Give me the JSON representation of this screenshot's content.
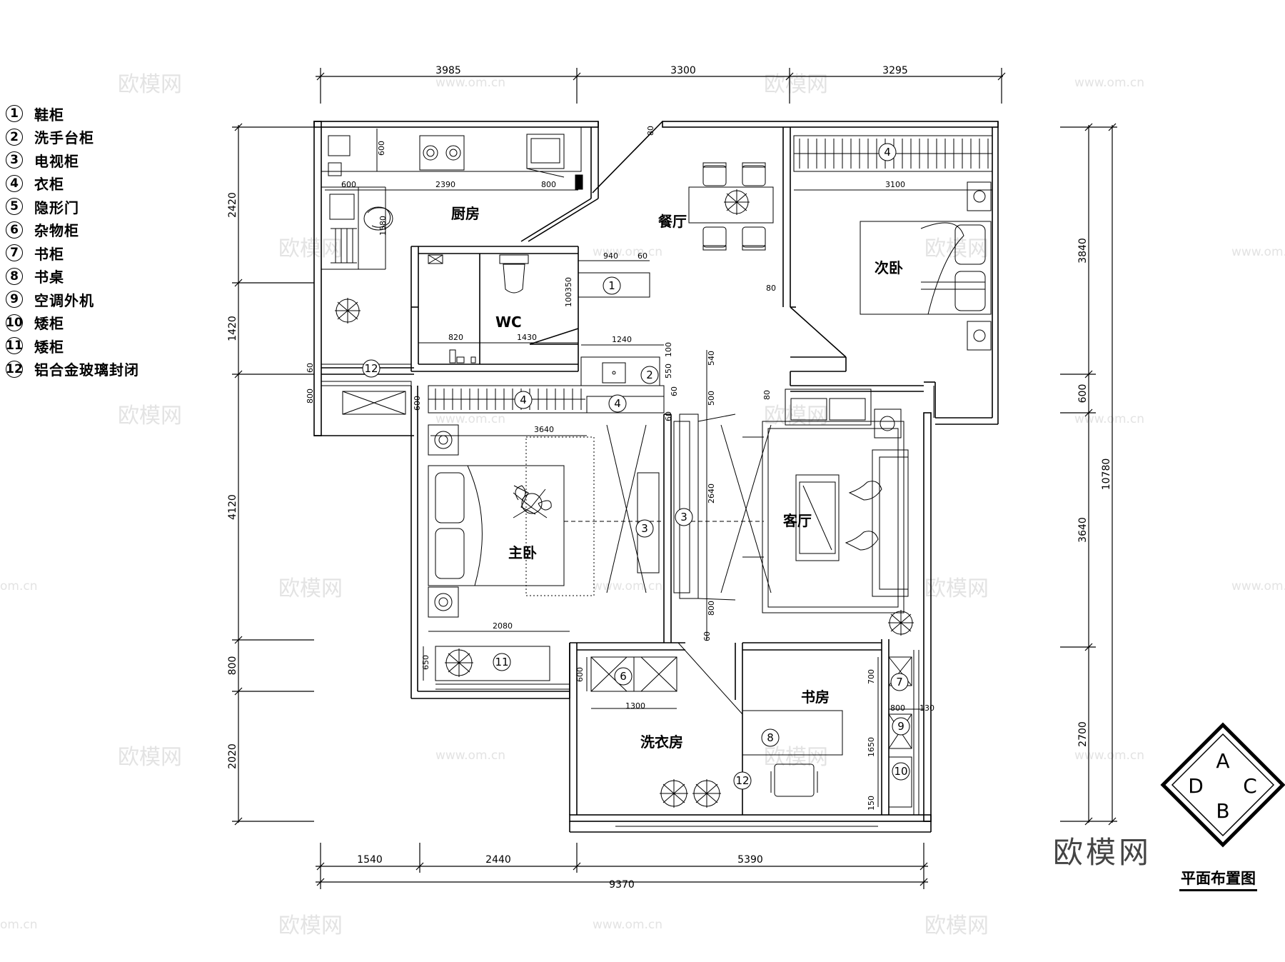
{
  "legend": [
    {
      "num": "1",
      "text": "鞋柜"
    },
    {
      "num": "2",
      "text": "洗手台柜"
    },
    {
      "num": "3",
      "text": "电视柜"
    },
    {
      "num": "4",
      "text": "衣柜"
    },
    {
      "num": "5",
      "text": "隐形门"
    },
    {
      "num": "6",
      "text": "杂物柜"
    },
    {
      "num": "7",
      "text": "书柜"
    },
    {
      "num": "8",
      "text": "书桌"
    },
    {
      "num": "9",
      "text": "空调外机"
    },
    {
      "num": "10",
      "text": "矮柜"
    },
    {
      "num": "11",
      "text": "矮柜"
    },
    {
      "num": "12",
      "text": "铝合金玻璃封闭"
    }
  ],
  "rooms": {
    "kitchen": "厨房",
    "dining": "餐厅",
    "second_bedroom": "次卧",
    "wc": "WC",
    "master_bedroom": "主卧",
    "living": "客厅",
    "study": "书房",
    "laundry": "洗衣房"
  },
  "dims": {
    "top": [
      "3985",
      "3300",
      "3295"
    ],
    "bottom": [
      "1540",
      "2440",
      "5390"
    ],
    "bottom_total": "9370",
    "left": [
      "2420",
      "1420",
      "4120",
      "800",
      "2020"
    ],
    "right": [
      "3840",
      "600",
      "3640",
      "2700"
    ],
    "right_total": "10780"
  },
  "inner_dims": {
    "k600a": "600",
    "k600b": "600",
    "k2390": "2390",
    "k800": "800",
    "k1580": "1580",
    "d80a": "80",
    "d80b": "80",
    "d3100": "3100",
    "w940": "940",
    "w60": "60",
    "w100350": "100350",
    "w820": "820",
    "w1430": "1430",
    "b1240": "1240",
    "b100": "100",
    "b550": "550",
    "b540": "540",
    "b500": "500",
    "b60a": "60",
    "b60b": "60",
    "b2640": "2640",
    "b800": "800",
    "b60c": "60",
    "l80": "80",
    "m600": "600",
    "m3640": "3640",
    "m2080": "2080",
    "m650": "650",
    "c600": "600",
    "c1300": "1300",
    "s700": "700",
    "s800": "800",
    "s130": "130",
    "s1650": "1650",
    "s150": "150",
    "w60v": "60",
    "w800v": "800"
  },
  "markers": {
    "m1": "1",
    "m2": "2",
    "m3a": "3",
    "m3b": "3",
    "m4a": "4",
    "m4b": "4",
    "m4c": "4",
    "m6": "6",
    "m7": "7",
    "m8": "8",
    "m9": "9",
    "m10": "10",
    "m11": "11",
    "m12a": "12",
    "m12b": "12"
  },
  "compass": {
    "top": "A",
    "left": "D",
    "right": "C",
    "bottom": "B"
  },
  "title": "平面布置图",
  "brand": "欧模网",
  "watermark": {
    "logo": "欧模网",
    "url": "www.om.cn",
    "url_cut": "om.cn"
  }
}
